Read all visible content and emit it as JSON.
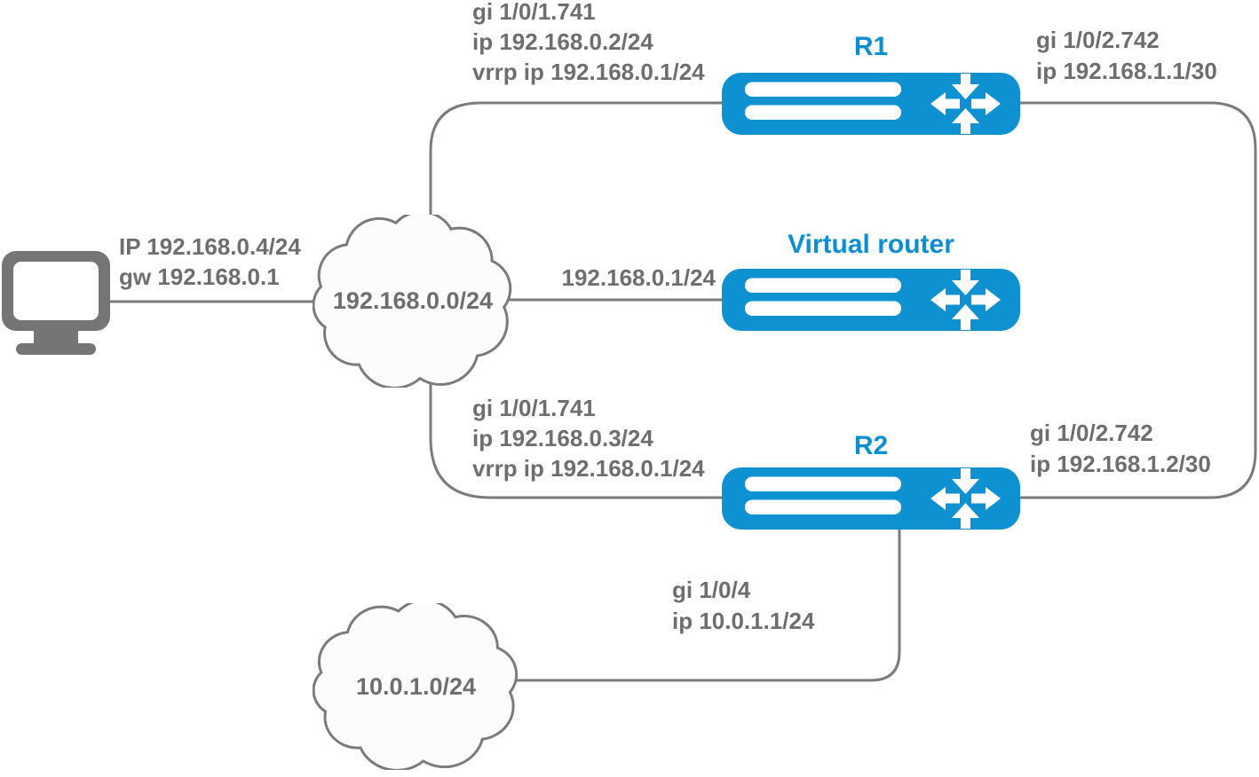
{
  "colors": {
    "router_blue": "#0d91d1",
    "title_blue": "#0b8fd0",
    "line_gray": "#7b7b7b",
    "text_gray": "#6e6e6e",
    "cloud_fill": "#fcfcfc",
    "pc_gray": "#757575"
  },
  "pc": {
    "ip_label": "IP 192.168.0.4/24",
    "gw_label": "gw 192.168.0.1"
  },
  "clouds": {
    "lan": {
      "label": "192.168.0.0/24"
    },
    "wan": {
      "label": "10.0.1.0/24"
    }
  },
  "routers": {
    "r1": {
      "title": "R1",
      "left": {
        "l1": "gi 1/0/1.741",
        "l2": "ip 192.168.0.2/24",
        "l3": "vrrp ip 192.168.0.1/24"
      },
      "right": {
        "l1": "gi 1/0/2.742",
        "l2": "ip 192.168.1.1/30"
      }
    },
    "vr": {
      "title": "Virtual router",
      "left": {
        "l1": "192.168.0.1/24"
      }
    },
    "r2": {
      "title": "R2",
      "left": {
        "l1": "gi 1/0/1.741",
        "l2": "ip 192.168.0.3/24",
        "l3": "vrrp ip 192.168.0.1/24"
      },
      "right": {
        "l1": "gi 1/0/2.742",
        "l2": "ip 192.168.1.2/30"
      },
      "bottom": {
        "l1": "gi 1/0/4",
        "l2": "ip 10.0.1.1/24"
      }
    }
  }
}
